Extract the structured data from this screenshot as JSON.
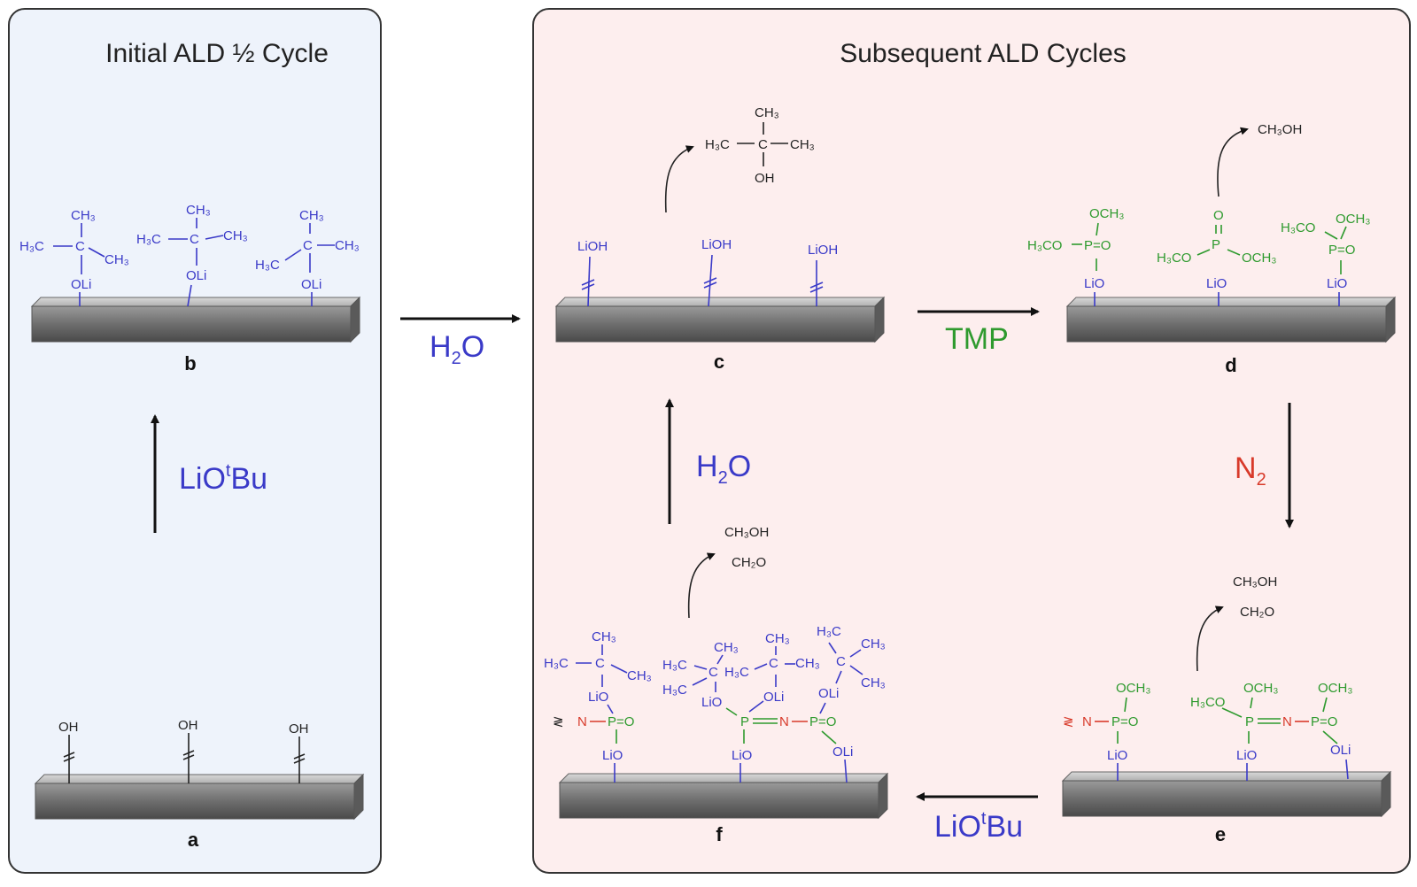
{
  "panels": {
    "left_title": "Initial ALD ½ Cycle",
    "right_title": "Subsequent ALD Cycles"
  },
  "labels": {
    "a": "a",
    "b": "b",
    "c": "c",
    "d": "d",
    "e": "e",
    "f": "f"
  },
  "reagents": {
    "liotbu_left": {
      "main": "LiO",
      "sup": "t",
      "tail": "Bu"
    },
    "h2o_between": {
      "main": "H",
      "sub": "2",
      "tail": "O"
    },
    "tmp": "TMP",
    "n2": {
      "main": "N",
      "sub": "2"
    },
    "liotbu_bottom": {
      "main": "LiO",
      "sup": "t",
      "tail": "Bu"
    },
    "h2o_inner": {
      "main": "H",
      "sub": "2",
      "tail": "O"
    }
  },
  "chem": {
    "oh": "OH",
    "lioh": "LiOH",
    "oli": "OLi",
    "lio": "LiO",
    "ch3": "CH₃",
    "h3c": "H₃C",
    "c": "C",
    "och3": "OCH₃",
    "h3co": "H₃CO",
    "p": "P",
    "o": "O",
    "n": "N",
    "p_eq_o": "P=O",
    "ch3oh": "CH₃OH",
    "ch2o": "CH₂O"
  },
  "colors": {
    "left_panel_bg": "#eef3fb",
    "right_panel_bg": "#fdeeee",
    "blue_species": "#3a3ac8",
    "green_species": "#2e9a2e",
    "red_species": "#d83a2a"
  }
}
